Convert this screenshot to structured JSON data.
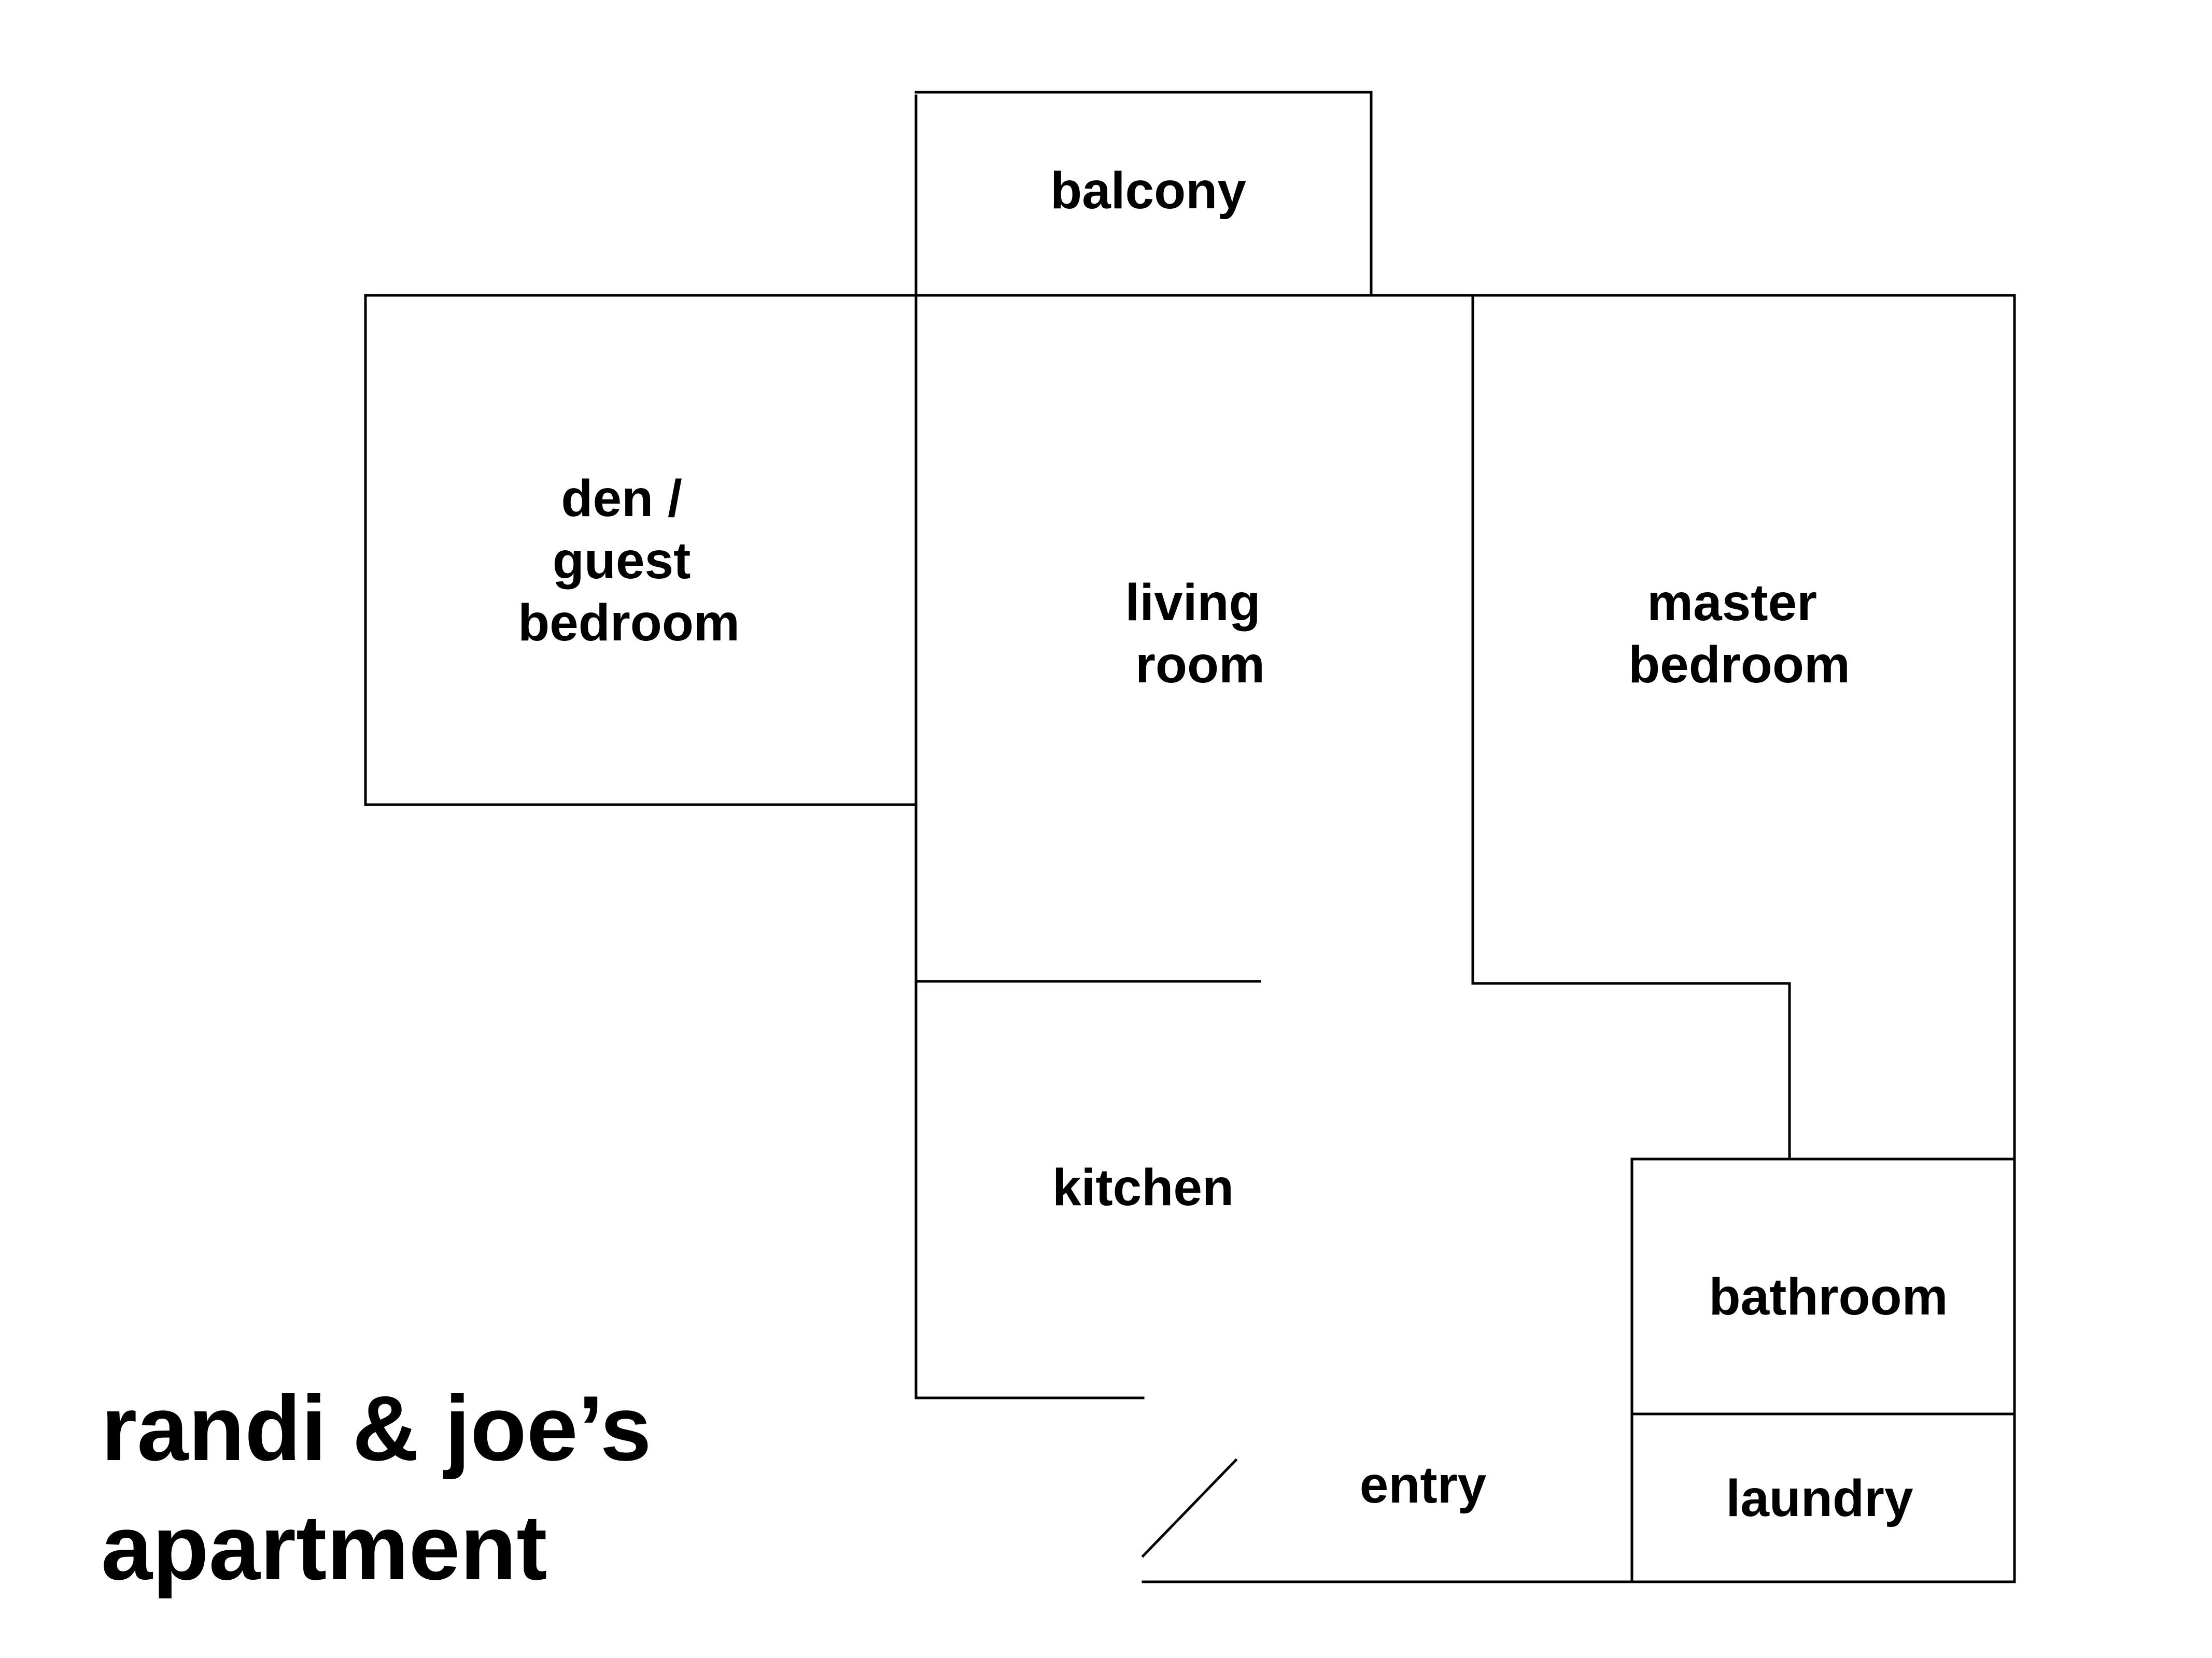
{
  "title": {
    "line1": "randi & joe’s",
    "line2": "apartment"
  },
  "rooms": {
    "balcony": {
      "lines": [
        "balcony"
      ]
    },
    "den": {
      "lines": [
        "den /",
        "guest",
        "bedroom"
      ]
    },
    "living_room": {
      "lines": [
        "living",
        "room"
      ]
    },
    "master_bedroom": {
      "lines": [
        "master",
        "bedroom"
      ]
    },
    "kitchen": {
      "lines": [
        "kitchen"
      ]
    },
    "bathroom": {
      "lines": [
        "bathroom"
      ]
    },
    "entry": {
      "lines": [
        "entry"
      ]
    },
    "laundry": {
      "lines": [
        "laundry"
      ]
    }
  },
  "colors": {
    "wall": "#000000",
    "background": "#ffffff",
    "text": "#000000"
  }
}
